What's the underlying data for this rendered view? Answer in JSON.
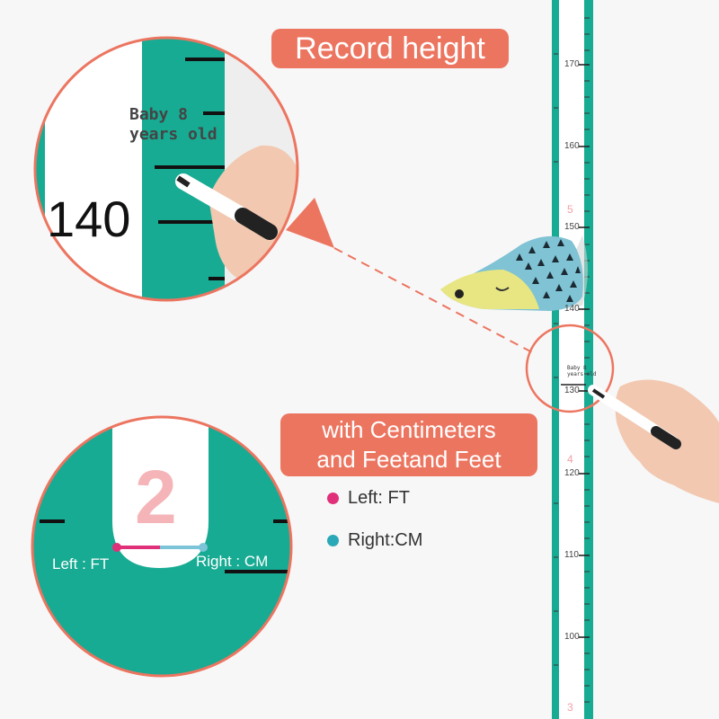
{
  "title": "Record height",
  "feature": {
    "line1": "with Centimeters",
    "line2": "and Feetand Feet"
  },
  "legend": {
    "left_label": "Left: FT",
    "right_label": "Right:CM",
    "left_color": "#e0307a",
    "right_color": "#2aa8b8"
  },
  "zoom_top": {
    "note_line1": "Baby 8",
    "note_line2": "years old",
    "number": "140"
  },
  "zoom_bottom": {
    "ft_number": "2",
    "left_label": "Left : FT",
    "right_label": "Right : CM"
  },
  "ruler": {
    "cm_labels": [
      "170",
      "160",
      "150",
      "140",
      "130",
      "120",
      "110",
      "100"
    ],
    "ft_labels": [
      "5",
      "4",
      "3"
    ],
    "note_line1": "Baby 8",
    "note_line2": "years old"
  },
  "colors": {
    "accent": "#ec7560",
    "teal": "#18ab93",
    "pink_digit": "#f5b5b8"
  }
}
